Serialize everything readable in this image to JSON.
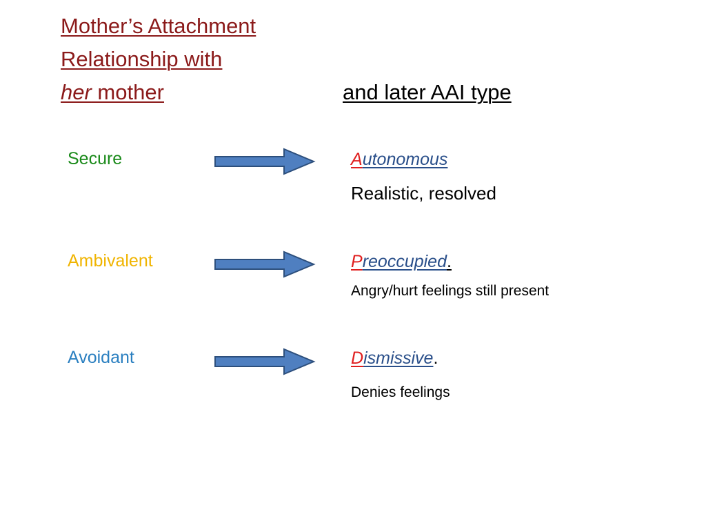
{
  "title": {
    "left_line1": "Mother’s Attachment",
    "left_line2": "Relationship with",
    "left_line3_italic": "her",
    "left_line3_rest": " mother",
    "right": "and later AAI type"
  },
  "rows": [
    {
      "attachment": "Secure",
      "attachment_color": "#1a8a1a",
      "type_initial": "A",
      "type_rest": "utonomous",
      "type_punct": "",
      "description": "Realistic, resolved"
    },
    {
      "attachment": "Ambivalent",
      "attachment_color": "#f0b400",
      "type_initial": "P",
      "type_rest": "reoccupied",
      "type_punct": ".",
      "description": "Angry/hurt feelings still present"
    },
    {
      "attachment": "Avoidant",
      "attachment_color": "#2a7fc0",
      "type_initial": "D",
      "type_rest": "ismissive",
      "type_punct": ".",
      "description": "Denies feelings"
    }
  ],
  "colors": {
    "title_left": "#8b1a1a",
    "initial": "#e01f1f",
    "type_text": "#2a4f8a",
    "arrow_fill": "#4f7fc0",
    "arrow_stroke": "#2d4f7c"
  },
  "icons": {
    "arrow": "right-arrow-icon"
  }
}
